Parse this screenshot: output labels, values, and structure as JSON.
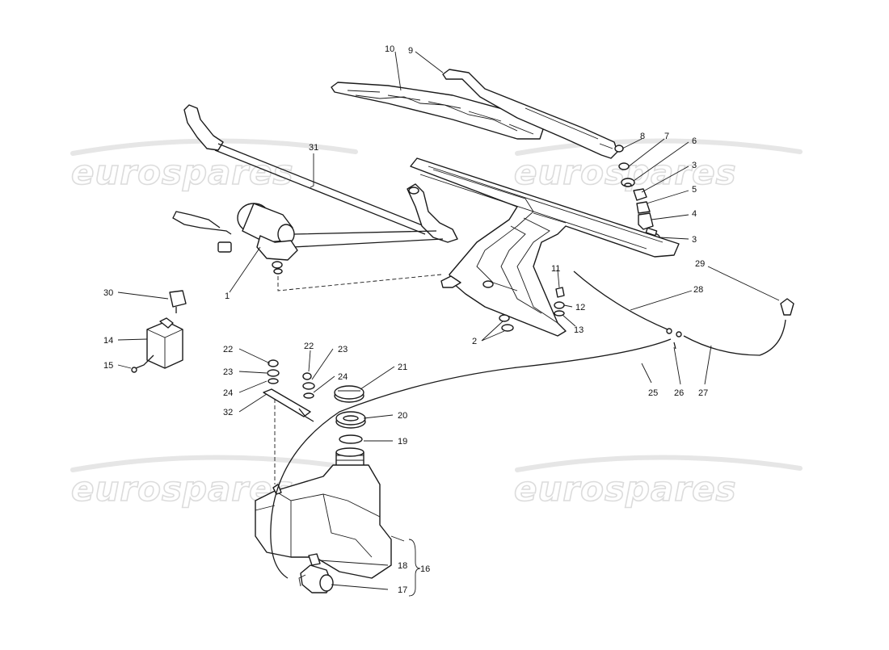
{
  "watermark": {
    "text": "eurospares",
    "color": "#dcdcdc"
  },
  "callouts": [
    {
      "id": "c10",
      "label": "10"
    },
    {
      "id": "c9",
      "label": "9"
    },
    {
      "id": "c8",
      "label": "8"
    },
    {
      "id": "c7",
      "label": "7"
    },
    {
      "id": "c6",
      "label": "6"
    },
    {
      "id": "c3a",
      "label": "3"
    },
    {
      "id": "c5",
      "label": "5"
    },
    {
      "id": "c4",
      "label": "4"
    },
    {
      "id": "c3b",
      "label": "3"
    },
    {
      "id": "c31",
      "label": "31"
    },
    {
      "id": "c1",
      "label": "1"
    },
    {
      "id": "c29",
      "label": "29"
    },
    {
      "id": "c28",
      "label": "28"
    },
    {
      "id": "c11",
      "label": "11"
    },
    {
      "id": "c12",
      "label": "12"
    },
    {
      "id": "c13",
      "label": "13"
    },
    {
      "id": "c2",
      "label": "2"
    },
    {
      "id": "c30",
      "label": "30"
    },
    {
      "id": "c14",
      "label": "14"
    },
    {
      "id": "c15",
      "label": "15"
    },
    {
      "id": "c22a",
      "label": "22"
    },
    {
      "id": "c23a",
      "label": "23"
    },
    {
      "id": "c24a",
      "label": "24"
    },
    {
      "id": "c32",
      "label": "32"
    },
    {
      "id": "c22b",
      "label": "22"
    },
    {
      "id": "c23b",
      "label": "23"
    },
    {
      "id": "c24b",
      "label": "24"
    },
    {
      "id": "c21",
      "label": "21"
    },
    {
      "id": "c20",
      "label": "20"
    },
    {
      "id": "c19",
      "label": "19"
    },
    {
      "id": "c25",
      "label": "25"
    },
    {
      "id": "c26",
      "label": "26"
    },
    {
      "id": "c27",
      "label": "27"
    },
    {
      "id": "c18",
      "label": "18"
    },
    {
      "id": "c17",
      "label": "17"
    },
    {
      "id": "c16",
      "label": "16"
    }
  ]
}
